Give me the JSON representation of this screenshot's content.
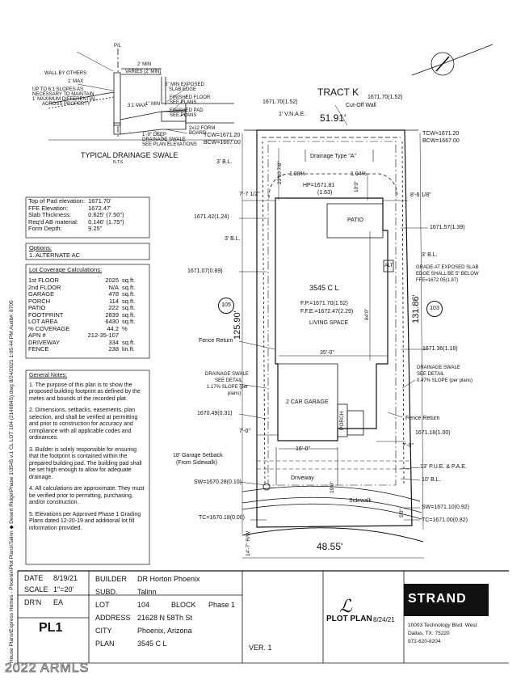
{
  "drainage": {
    "title": "TYPICAL DRAINAGE SWALE",
    "nts": "N.T.S.",
    "pl": "P/L",
    "labels": [
      "WALL BY OTHERS",
      "1' MAX",
      "UP TO 6:1 SLOPES AS",
      "NECESSARY TO MAINTAIN",
      "1' MAXIMUM DIFFERENTIAL",
      "ACROSS PROPERTY",
      "2' MIN",
      "VARIES (2' MIN)",
      "5\" MIN EXPOSED",
      "SLAB EDGE",
      "FINISHED FLOOR",
      "SEE PLANS",
      "FINISHED PAD",
      "SEE PLANS",
      "3:1 MAX",
      "1\" MIN",
      "2x12 FORM",
      "BOARD",
      "1'-9\" DEEP",
      "DRAINAGE SWALE",
      "SEE PLAN ELEVATIONS"
    ]
  },
  "pad": {
    "rows": [
      [
        "Top of Pad elevation:",
        "1671.70'"
      ],
      [
        "FFE Elevation:",
        "1672.47'"
      ],
      [
        "Slab Thickness:",
        "0.625' (7.50\")"
      ],
      [
        "Req'd AB material:",
        "0.146' (1.75\")"
      ],
      [
        "Form Depth:",
        "9.25\""
      ]
    ]
  },
  "options": {
    "title": "Options:",
    "item": "1. ALTERNATE AC"
  },
  "coverage": {
    "title": "Lot Coverage Calculations:",
    "rows": [
      [
        "1st FLOOR",
        "2025",
        "sq.ft."
      ],
      [
        "2nd FLOOR",
        "N/A",
        "sq.ft."
      ],
      [
        "GARAGE",
        "478",
        "sq.ft."
      ],
      [
        "PORCH",
        "114",
        "sq.ft."
      ],
      [
        "PATIO",
        "222",
        "sq.ft."
      ],
      [
        "FOOTPRINT",
        "2839",
        "sq.ft."
      ],
      [
        "LOT AREA",
        "6430",
        "sq.ft."
      ],
      [
        "% COVERAGE",
        "44.2",
        "%"
      ],
      [
        "APN #",
        "212-35-107",
        ""
      ],
      [
        "DRIVEWAY",
        "334",
        "sq.ft."
      ],
      [
        "FENCE",
        "238",
        "lin.ft."
      ]
    ]
  },
  "notes": {
    "title": "General Notes:",
    "items": [
      "1. The purpose of this plan is to show the proposed building footprint as defined by the metes and bounds of the recorded plat.",
      "2. Dimensions, setbacks, easements, plan selection, and shall be verified at permitting and prior to construction for accuracy and compliance with all applicable codes and ordinances.",
      "3. Builder is solely responsible for ensuring that the footprint is contained within the prepared building pad. The building pad shall be set high enough to allow for adequate drainage.",
      "4. All calculations are approximate. They must be verified prior to permitting, purchasing, and/or construction.",
      "5. Elevations per Approved Phase 1 Grading Plans dated 12-20-19 and additional lot fill information provided."
    ]
  },
  "plan": {
    "tract": "TRACT K",
    "cutoff": "Cut-Off Wall",
    "top_dim": "51.91'",
    "bottom_dim": "48.55'",
    "left_dim": "125.90'",
    "right_dim": "131.86'",
    "lot_left": "105",
    "lot_right": "103",
    "vnae": "1' V.N.A.E.",
    "tl_corner": "1671.70(1.52)",
    "tr_corner": "1671.70(1.52)",
    "tcw_left": "TCW=1671.20",
    "bcw_left": "BCW=1667.00",
    "tcw_right": "TCW=1671.20",
    "bcw_right": "BCW=1667.00",
    "bl3_top": "3' B.L.",
    "drainage_type": "Drainage Type \"A\"",
    "slope_left": "1.08%",
    "slope_right": "1.04%",
    "hp": "HP=1671.81",
    "hp2": "(1.63)",
    "dim_23": "23'10 7/8\"",
    "dim_10": "10'0\"",
    "dim_77": "7'-7 1/2\"",
    "dim_86": "8'-6 1/8\"",
    "elev_1": "1671.42(1.24)",
    "elev_2": "1671.57(1.39)",
    "patio": "PATIO",
    "bl3_left": "3' B.L.",
    "bl3_right": "3' B.L.",
    "alt": "ALT",
    "grade_note": [
      "GRADE AT EXPOSED SLAB",
      "EDGE SHALL BE 5\" BELOW",
      "FFE=1672.05(1.87)"
    ],
    "elev_3": "1671.07(0.89)",
    "house": "3545 C L",
    "fp": "F.P.=1671.70(1.52)",
    "ffe": "F.F.E.=1672.47(2.29)",
    "living": "LIVING SPACE",
    "dim_84": "84'0\"",
    "fence_return_l": "Fence Return",
    "elev_4": "1671.36(1.18)",
    "dim_35": "35'-0\"",
    "swale_left": [
      "DRAINAGE SWALE",
      "SEE DETAIL",
      "1.17% SLOPE (per",
      "plans)"
    ],
    "swale_right": [
      "DRAINAGE SWALE",
      "SEE DETAIL",
      "0.47% SLOPE (per plans)"
    ],
    "garage": "2 CAR GARAGE",
    "porch": "PORCH",
    "elev_5": "1670.49(0.31)",
    "fence_return_r": "Fence Return",
    "dim_7l": "7'-0\"",
    "elev_6": "1671.18(1.00)",
    "dim_7r": "7'-0\"",
    "dim_16": "16'-0\"",
    "garage_setback": [
      "18' Garage Setback",
      "(From Sidewalk)"
    ],
    "pue": "13' P.U.E. & P.A.E.",
    "bl10": "10' B.L.",
    "driveway": "Driveway",
    "dim_19": "19'0\"",
    "sw_left": "SW=1670.28(0.10)",
    "sidewalk": "Sidewalk",
    "sw_right": "SW=1671.10(0.92)",
    "dim_5": "5'0\"",
    "tc_left": "TC=1670.18(0.00)",
    "tc_right": "TC=1671.00(0.82)",
    "rw": "14'-7\" R/W"
  },
  "side_text": "House Plans\\Express Homes - Phoenix\\Plot Plans\\Talinn ◆ Desert Ridge\\Phase 1\\3545 v.1 CL LOT 104 (214084S).dwg 8/24/2021 1:05:44 PM Audit#: 8705",
  "titleblock": {
    "date_label": "DATE",
    "date": "8/19/21",
    "scale_label": "SCALE",
    "scale": "1\"=20'",
    "drn_label": "DR'N",
    "drn": "EA",
    "sheet": "PL1",
    "builder_label": "BUILDER",
    "builder": "DR Horton Phoenix",
    "subd_label": "SUBD.",
    "subd": "Talinn",
    "lot_label": "LOT",
    "lot": "104",
    "block_label": "BLOCK",
    "block": "Phase 1",
    "address_label": "ADDRESS",
    "address": "21628 N 58Th St",
    "city_label": "CITY",
    "city": "Phoenix, Arizona",
    "plan_label": "PLAN",
    "plan": "3545 C L",
    "ver": "VER. 1",
    "plot_plan": "PLOT PLAN",
    "sig_date": "8/24/21",
    "brand": "STRAND",
    "addr1": "10003 Technology Blvd. West",
    "addr2": "Dallas, TX. 75220",
    "phone": "972-620-8204",
    "watermark": "2022 ARMLS"
  },
  "colors": {
    "ink": "#111111",
    "brand_bg": "#111111"
  }
}
